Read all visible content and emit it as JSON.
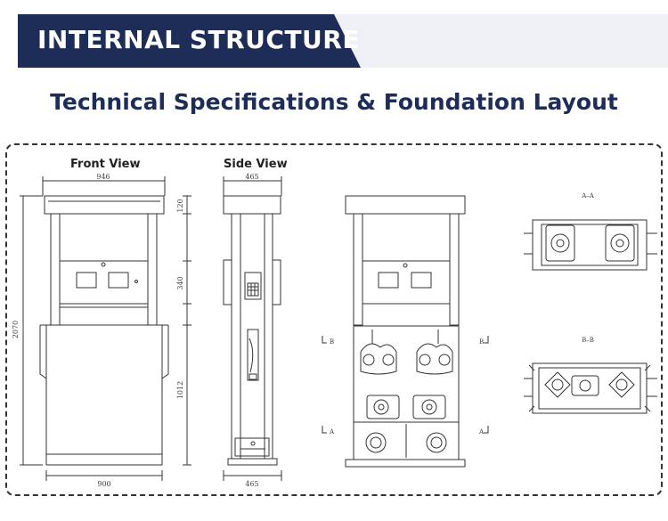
{
  "header": {
    "title": "INTERNAL STRUCTURE"
  },
  "main": {
    "title": "Technical Specifications & Foundation Layout"
  },
  "views": {
    "front": {
      "label": "Front View",
      "width_top": "946",
      "height_total": "2070",
      "top_section": "120",
      "middle_section": "340",
      "lower_section": "1012",
      "width_bottom": "900"
    },
    "side": {
      "label": "Side View",
      "width_top": "465",
      "width_bottom": "465"
    },
    "internal": {
      "mark_b_left": "B",
      "mark_b_right": "B",
      "mark_a_left": "A",
      "mark_a_right": "A"
    },
    "sections": {
      "aa": "A–A",
      "bb": "B–B"
    }
  }
}
